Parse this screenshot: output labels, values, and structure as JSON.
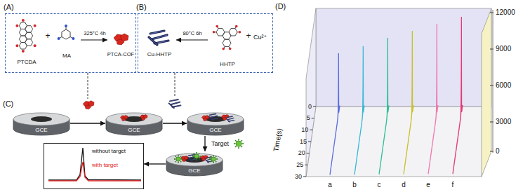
{
  "diagram": {
    "nodes": [
      {
        "text": [
          "(A)",
          "PTCDA",
          "+",
          "MA",
          "325°C 4h",
          "PTCA-COF"
        ]
      },
      {
        "text": [
          "(B)",
          "Cu-HHTP",
          "80°C 6h",
          "HHTP",
          "+",
          "Cu²⁺"
        ]
      },
      {
        "text": [
          "GCE"
        ]
      },
      {
        "text": [
          "GCE"
        ]
      },
      {
        "text": [
          "GCE"
        ]
      },
      {
        "text": [
          "GCE"
        ]
      },
      {
        "text": [
          "without target",
          "with target"
        ]
      }
    ],
    "edges": [
      {
        "from": 2,
        "to": 3,
        "arrow": "to"
      },
      {
        "from": 3,
        "to": 4,
        "arrow": "to"
      },
      {
        "from": 4,
        "to": 5,
        "label": "Target",
        "arrow": "to"
      },
      {
        "from": 5,
        "to": 6,
        "arrow": "to"
      }
    ],
    "labels": [
      "(C)",
      "(D)",
      "12000",
      "9000",
      "6000",
      "3000",
      "0",
      "0",
      "5",
      "10",
      "15",
      "20",
      "25",
      "30",
      "Time(s)",
      "a",
      "b",
      "c",
      "d",
      "e",
      "f"
    ]
  }
}
